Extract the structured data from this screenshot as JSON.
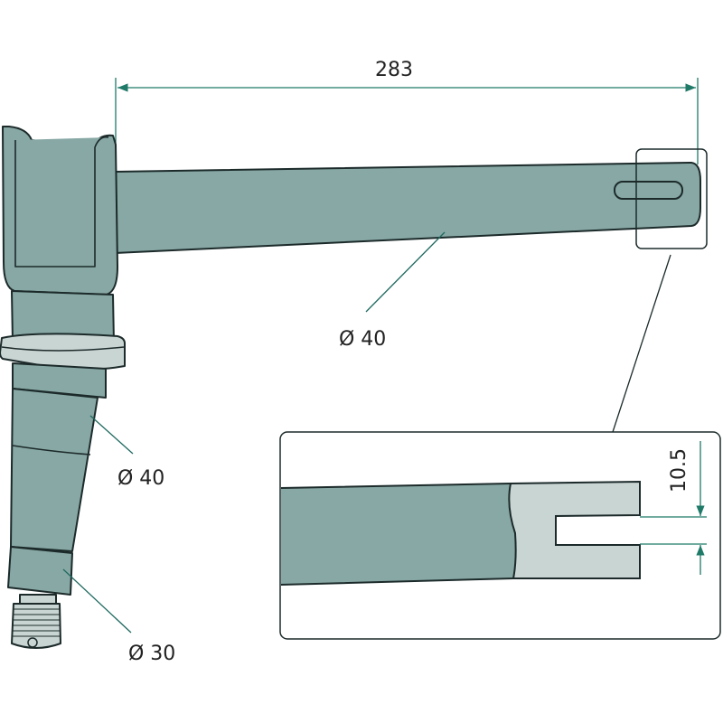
{
  "dimensions": {
    "arm_length": "283",
    "arm_diameter": "Ø 40",
    "spindle_upper_diameter": "Ø 40",
    "spindle_lower_diameter": "Ø 30",
    "slot_width": "10.5"
  },
  "colors": {
    "part_fill": "#87a8a5",
    "part_light": "#c9d5d3",
    "outline": "#1c2a2a",
    "dimension_line": "#1f7a68"
  }
}
